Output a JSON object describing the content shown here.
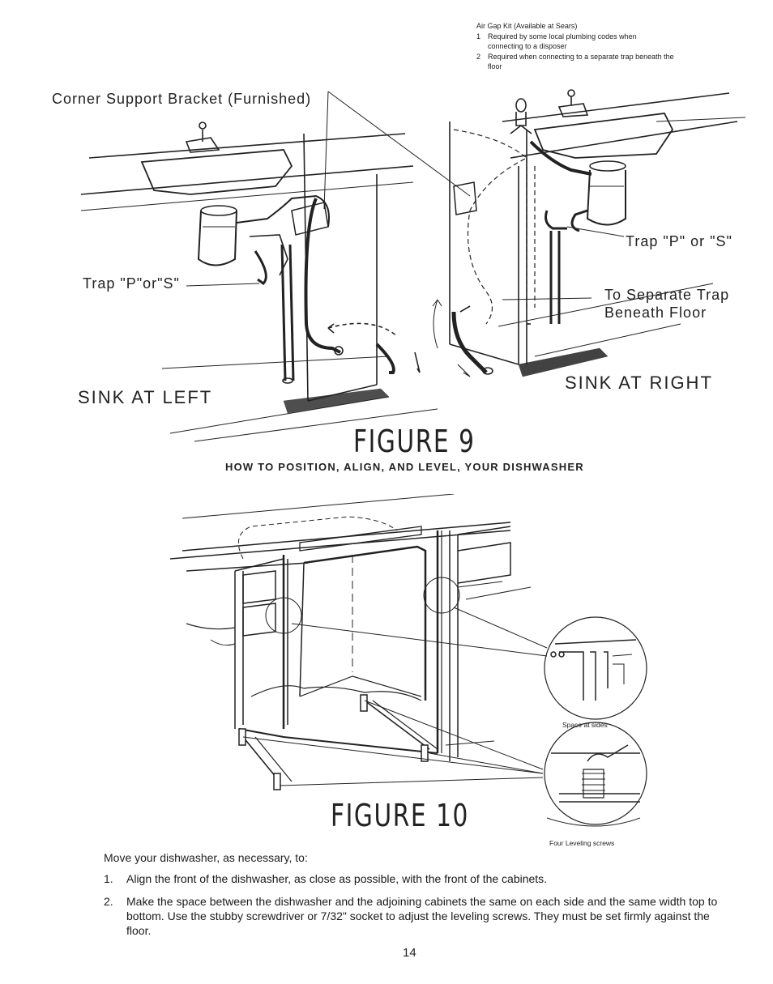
{
  "figure9": {
    "air_gap_title": "Air Gap Kit (Available at Sears)",
    "air_gap_items": [
      {
        "num": "1",
        "text": "Required by some local plumbing codes when connecting to a disposer"
      },
      {
        "num": "2",
        "text": "Required when connecting to a separate trap beneath the floor"
      }
    ],
    "corner_bracket_label": "Corner Support Bracket (Furnished)",
    "trap_left_label": "Trap \"P\"or\"S\"",
    "trap_right_label": "Trap \"P\" or \"S\"",
    "separate_trap_line1": "To Separate Trap",
    "separate_trap_line2": "Beneath Floor",
    "sink_left_label": "SINK AT LEFT",
    "sink_right_label": "SINK AT RIGHT",
    "title": "FIGURE 9",
    "subtitle": "HOW TO POSITION, ALIGN, AND LEVEL, YOUR DISHWASHER"
  },
  "figure10": {
    "space_at_sides_label": "Space at sides",
    "four_leveling_label": "Four Leveling screws",
    "title": "FIGURE 10"
  },
  "instructions": {
    "intro": "Move your dishwasher, as necessary, to:",
    "steps": [
      {
        "num": "1.",
        "text": "Align the front of the dishwasher, as close as possible, with the front of the cabinets."
      },
      {
        "num": "2.",
        "text": "Make the space between the dishwasher and the adjoining cabinets the same on each side and the same width top to bottom. Use the stubby screwdriver or 7/32\" socket to adjust the leveling screws. They must be set firmly against the floor."
      }
    ]
  },
  "page_number": "14"
}
